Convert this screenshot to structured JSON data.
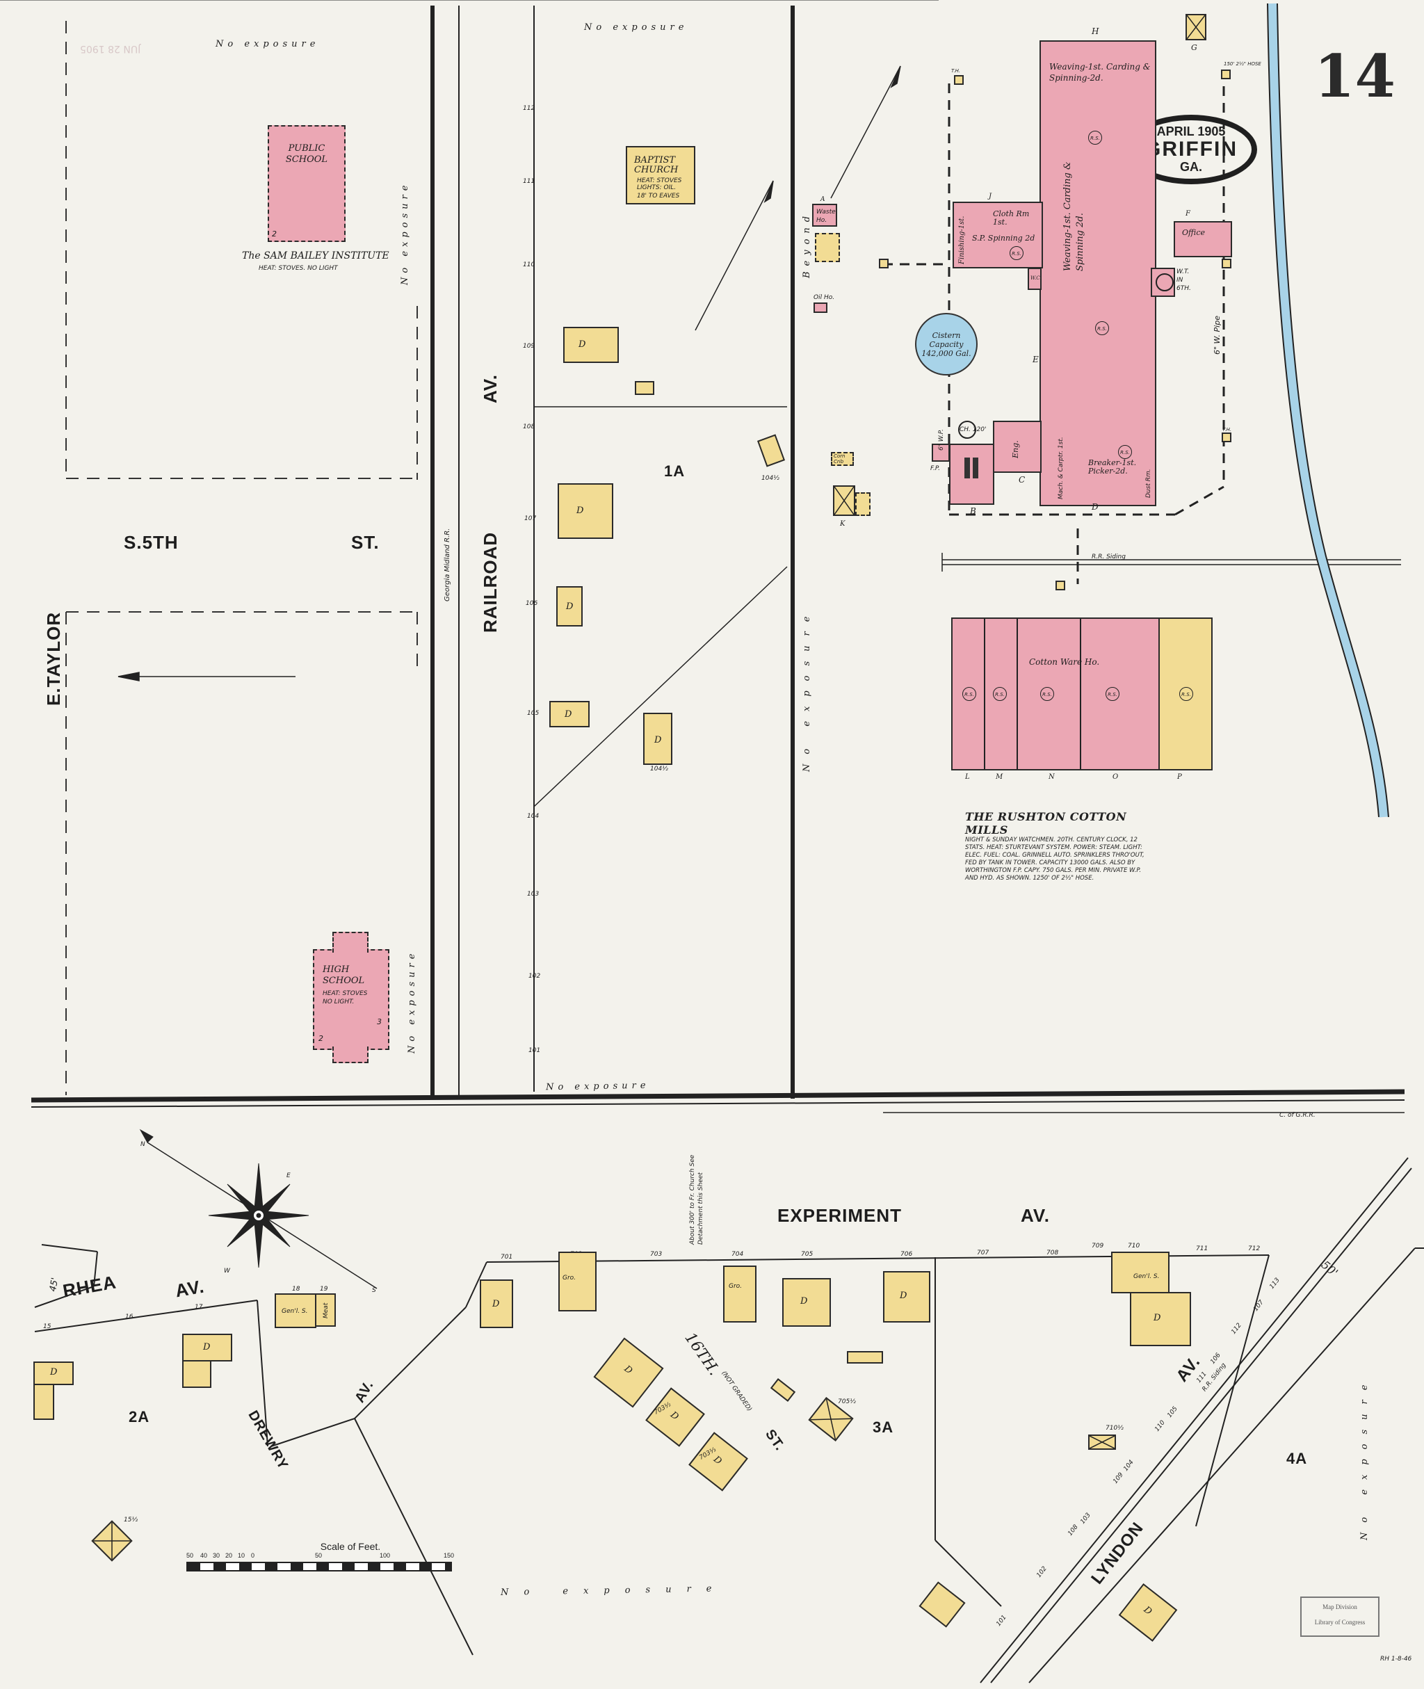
{
  "map": {
    "sheet_number": "14",
    "title": {
      "date": "APRIL 1905",
      "city": "GRIFFIN",
      "state": "GA."
    },
    "stamp": {
      "line1": "Map Division",
      "line2": "Library of Congress"
    },
    "received_stamp": "JUN 28 1905",
    "pencil_note": "RH 1-8-46",
    "colors": {
      "brick": "#eba7b4",
      "frame": "#f2dc94",
      "water": "#a8d3e8",
      "paper": "#f3f2ec",
      "ink": "#222222"
    }
  },
  "streets": {
    "e_taylor": "E.TAYLOR",
    "s_5th": "S.5TH",
    "s_5th_st": "ST.",
    "railroad": "RAILROAD",
    "railroad_av": "AV.",
    "georgia_midland": "Georgia Midland R.R.",
    "experiment": "EXPERIMENT",
    "experiment_av": "AV.",
    "rhea": "RHEA",
    "rhea_av": "AV.",
    "rhea_width": "45'",
    "drewry": "DREWRY",
    "drewry_av": "AV.",
    "sixteenth": "16TH.",
    "sixteenth_note": "(NOT GRADED)",
    "sixteenth_st": "ST.",
    "lyndon": "LYNDON",
    "lyndon_av": "AV.",
    "lyndon_width": "50'",
    "rr_siding_lyndon": "R.R. Siding",
    "c_of_g_rr": "C. of G.R.R.",
    "rr_siding": "R.R. Siding"
  },
  "blocks": [
    "1A",
    "2A",
    "3A",
    "4A"
  ],
  "exposure_labels": {
    "top_left": "No exposure",
    "top_center": "No exposure",
    "left_vertical": "No exposure",
    "high_school_side": "No exposure",
    "bottom_center": "No exposure",
    "beyond": "Beyond",
    "beyond_no_exposure": "No exposure",
    "bottom_left": "No exposure",
    "right_vertical": "No exposure"
  },
  "buildings": {
    "public_school": {
      "name": "PUBLIC SCHOOL",
      "institute": "The SAM BAILEY INSTITUTE",
      "note": "HEAT: STOVES. NO LIGHT",
      "stories": "2"
    },
    "high_school": {
      "name": "HIGH SCHOOL",
      "note": "HEAT: STOVES NO LIGHT.",
      "stories": "2",
      "wing": "3"
    },
    "baptist_church": {
      "name": "BAPTIST CHURCH",
      "note1": "HEAT: STOVES",
      "note2": "LIGHTS: OIL.",
      "note3": "18' TO EAVES"
    },
    "mill": {
      "name": "THE RUSHTON COTTON MILLS",
      "notes": "NIGHT & SUNDAY WATCHMEN. 20TH. CENTURY CLOCK, 12 STATS. HEAT: STURTEVANT SYSTEM. POWER: STEAM. LIGHT: ELEC. FUEL: COAL. GRINNELL AUTO. SPRINKLERS THRO'OUT, FED BY TANK IN TOWER. CAPACITY 13000 GALS. ALSO BY WORTHINGTON F.P. CAPY. 750 GALS. PER MIN. PRIVATE W.P. AND HYD. AS SHOWN. 1250' OF 2½\" HOSE.",
      "main_label_top": "Weaving-1st. Carding & Spinning-2d.",
      "main_label_mid": "Weaving-1st. Carding & Spinning 2d.",
      "finishing": "Finishing-1st.",
      "cloth_rm": "Cloth Rm 1st.",
      "spinning": "S.P. Spinning 2d",
      "eng": "Eng.",
      "mach": "Mach. & Carptr. 1st.",
      "breaker": "Breaker-1st. Picker-2d.",
      "dust_rm": "Dust Rm.",
      "office": "Office",
      "wt": "W.T. IN 6TH.",
      "wc": "W.C.",
      "chimney": "CH. 120'",
      "cotton_ware": "Cotton Ware Ho.",
      "waste_ho": "Waste Ho.",
      "oil_ho": "Oil Ho.",
      "corn_crib": "Corn Crib",
      "section_letters": [
        "A",
        "B",
        "C",
        "D",
        "E",
        "F",
        "G",
        "H",
        "J",
        "K",
        "L",
        "M",
        "N",
        "O",
        "P"
      ],
      "rs_label": "R.S.",
      "pipe_6": "6\" W. Pipe",
      "cwp": "6\" W.P.",
      "th": "T.H.",
      "hose": "150' 2½\" HOSE",
      "fp": "F.P."
    },
    "cistern": {
      "l1": "Cistern",
      "l2": "Capacity",
      "l3": "142,000 Gal."
    },
    "dwelling": "D",
    "grocery": "Gro.",
    "general_store": "Gen'l. S.",
    "meat": "Meat"
  },
  "address_numbers": {
    "railroad_av": [
      "112",
      "111",
      "110",
      "109",
      "108",
      "107",
      "106",
      "105",
      "104",
      "103",
      "102",
      "101"
    ],
    "lot_104a": "104½",
    "lot_104b": "104½",
    "experiment_av": [
      "701",
      "702",
      "703",
      "704",
      "705",
      "706",
      "707",
      "708",
      "709",
      "710",
      "711",
      "712"
    ],
    "rhea_av": [
      "15",
      "16",
      "17",
      "18",
      "19"
    ],
    "sixteenth": [
      "703½",
      "703⅓",
      "705½"
    ],
    "lyndon_av_w": [
      "101",
      "102",
      "103",
      "104",
      "105",
      "106",
      "107"
    ],
    "lyndon_av_e": [
      "108",
      "109",
      "110",
      "111",
      "112",
      "113"
    ],
    "lot_710": "710½",
    "lot_rhea": "15½"
  },
  "annotations": {
    "church_note": "About 300' to Fr. Church See Detachment this Sheet"
  },
  "scale": {
    "title": "Scale of Feet.",
    "ticks": [
      "50",
      "40",
      "30",
      "20",
      "10",
      "0",
      "50",
      "100",
      "150"
    ]
  },
  "compass": {
    "n": "N",
    "e": "E",
    "s": "S",
    "w": "W"
  }
}
